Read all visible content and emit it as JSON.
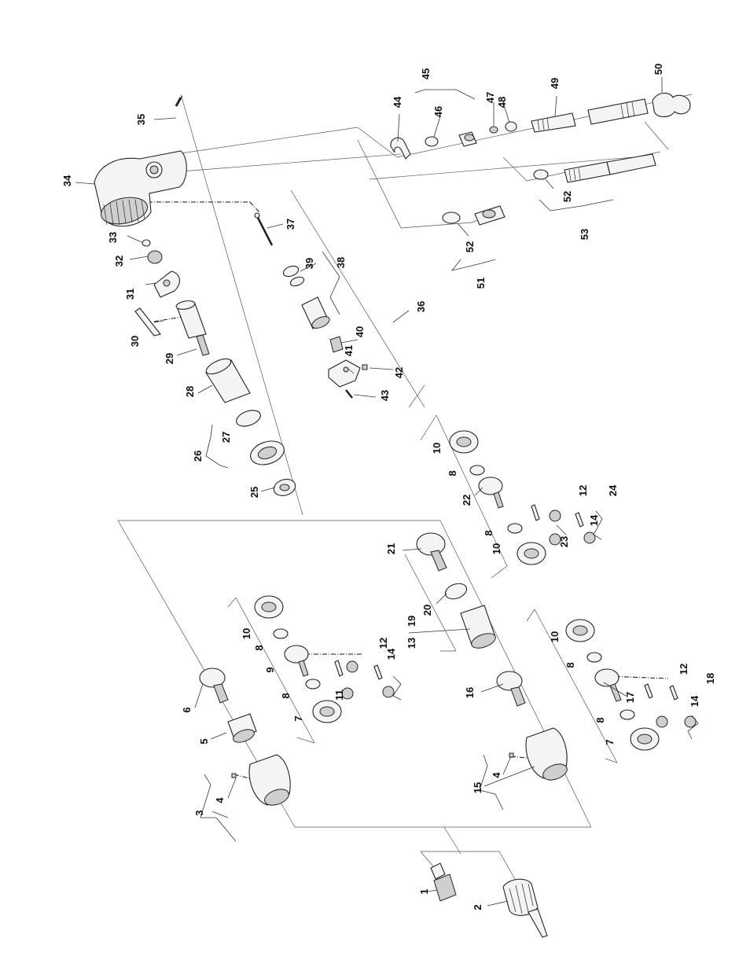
{
  "callouts": [
    {
      "id": "c1",
      "text": "1"
    },
    {
      "id": "c2",
      "text": "2"
    },
    {
      "id": "c3",
      "text": "3"
    },
    {
      "id": "c4a",
      "text": "4"
    },
    {
      "id": "c4b",
      "text": "4"
    },
    {
      "id": "c5",
      "text": "5"
    },
    {
      "id": "c6",
      "text": "6"
    },
    {
      "id": "c7a",
      "text": "7"
    },
    {
      "id": "c7b",
      "text": "7"
    },
    {
      "id": "c8a",
      "text": "8"
    },
    {
      "id": "c8b",
      "text": "8"
    },
    {
      "id": "c8c",
      "text": "8"
    },
    {
      "id": "c8d",
      "text": "8"
    },
    {
      "id": "c8e",
      "text": "8"
    },
    {
      "id": "c8f",
      "text": "8"
    },
    {
      "id": "c9",
      "text": "9"
    },
    {
      "id": "c10a",
      "text": "10"
    },
    {
      "id": "c10b",
      "text": "10"
    },
    {
      "id": "c10c",
      "text": "10"
    },
    {
      "id": "c10d",
      "text": "10"
    },
    {
      "id": "c11",
      "text": "11"
    },
    {
      "id": "c12a",
      "text": "12"
    },
    {
      "id": "c12b",
      "text": "12"
    },
    {
      "id": "c12c",
      "text": "12"
    },
    {
      "id": "c13",
      "text": "13"
    },
    {
      "id": "c14a",
      "text": "14"
    },
    {
      "id": "c14b",
      "text": "14"
    },
    {
      "id": "c14c",
      "text": "14"
    },
    {
      "id": "c15",
      "text": "15"
    },
    {
      "id": "c16",
      "text": "16"
    },
    {
      "id": "c17",
      "text": "17"
    },
    {
      "id": "c18",
      "text": "18"
    },
    {
      "id": "c19",
      "text": "19"
    },
    {
      "id": "c20",
      "text": "20"
    },
    {
      "id": "c21",
      "text": "21"
    },
    {
      "id": "c22",
      "text": "22"
    },
    {
      "id": "c23",
      "text": "23"
    },
    {
      "id": "c24",
      "text": "24"
    },
    {
      "id": "c25",
      "text": "25"
    },
    {
      "id": "c26",
      "text": "26"
    },
    {
      "id": "c27",
      "text": "27"
    },
    {
      "id": "c28",
      "text": "28"
    },
    {
      "id": "c29",
      "text": "29"
    },
    {
      "id": "c30",
      "text": "30"
    },
    {
      "id": "c31",
      "text": "31"
    },
    {
      "id": "c32",
      "text": "32"
    },
    {
      "id": "c33",
      "text": "33"
    },
    {
      "id": "c34",
      "text": "34"
    },
    {
      "id": "c35",
      "text": "35"
    },
    {
      "id": "c36",
      "text": "36"
    },
    {
      "id": "c37",
      "text": "37"
    },
    {
      "id": "c38",
      "text": "38"
    },
    {
      "id": "c39",
      "text": "39"
    },
    {
      "id": "c40",
      "text": "40"
    },
    {
      "id": "c41",
      "text": "41"
    },
    {
      "id": "c42",
      "text": "42"
    },
    {
      "id": "c43",
      "text": "43"
    },
    {
      "id": "c44",
      "text": "44"
    },
    {
      "id": "c45",
      "text": "45"
    },
    {
      "id": "c46",
      "text": "46"
    },
    {
      "id": "c47",
      "text": "47"
    },
    {
      "id": "c48",
      "text": "48"
    },
    {
      "id": "c49",
      "text": "49"
    },
    {
      "id": "c50",
      "text": "50"
    },
    {
      "id": "c51",
      "text": "51"
    },
    {
      "id": "c52a",
      "text": "52"
    },
    {
      "id": "c52b",
      "text": "52"
    },
    {
      "id": "c53",
      "text": "53"
    }
  ]
}
